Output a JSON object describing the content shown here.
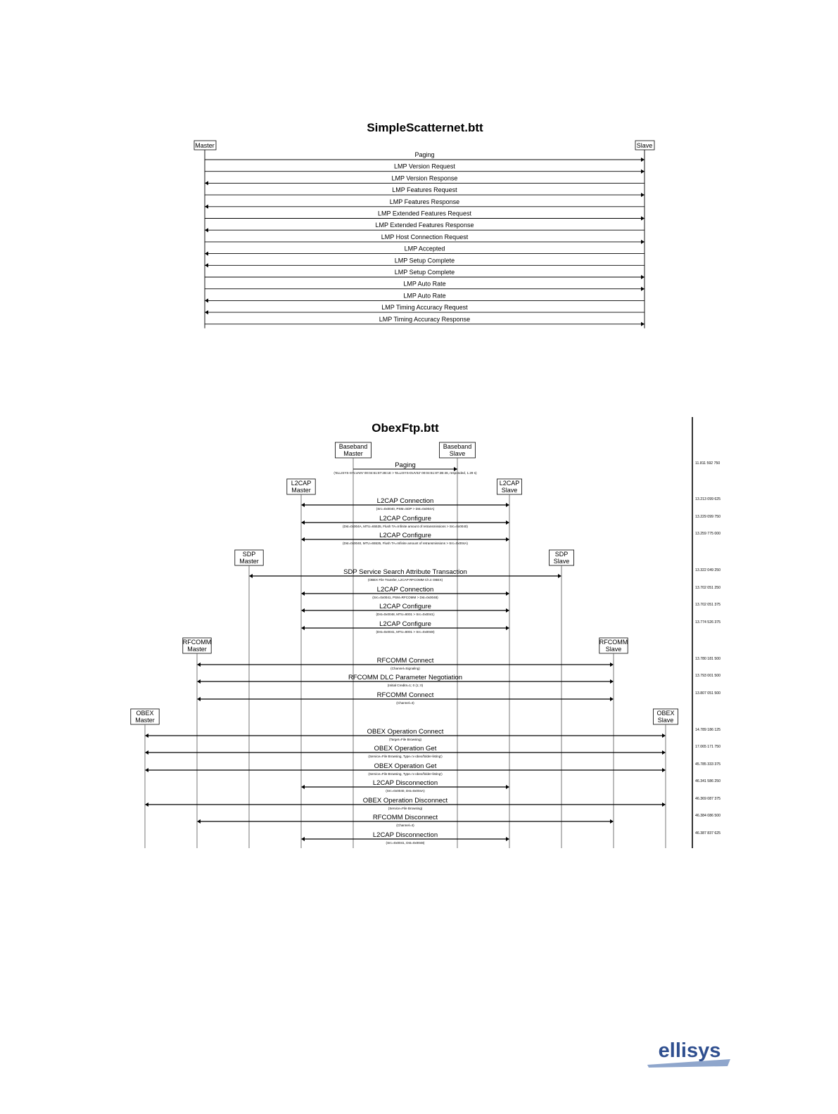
{
  "diagram1": {
    "title": "SimpleScatternet.btt",
    "participants": [
      "Master",
      "Slave"
    ],
    "messages": [
      {
        "label": "Paging",
        "dir": "right"
      },
      {
        "label": "LMP Version Request",
        "dir": "right"
      },
      {
        "label": "LMP Version Response",
        "dir": "left"
      },
      {
        "label": "LMP Features Request",
        "dir": "right"
      },
      {
        "label": "LMP Features Response",
        "dir": "left"
      },
      {
        "label": "LMP Extended Features Request",
        "dir": "right"
      },
      {
        "label": "LMP Extended Features Response",
        "dir": "left"
      },
      {
        "label": "LMP Host Connection Request",
        "dir": "right"
      },
      {
        "label": "LMP Accepted",
        "dir": "left"
      },
      {
        "label": "LMP Setup Complete",
        "dir": "left"
      },
      {
        "label": "LMP Setup Complete",
        "dir": "right"
      },
      {
        "label": "LMP Auto Rate",
        "dir": "right"
      },
      {
        "label": "LMP Auto Rate",
        "dir": "left"
      },
      {
        "label": "LMP Timing Accuracy Request",
        "dir": "left"
      },
      {
        "label": "LMP Timing Accuracy Response",
        "dir": "right"
      }
    ]
  },
  "diagram2": {
    "title": "ObexFtp.btt",
    "participants": [
      {
        "lines": [
          "OBEX",
          "Master"
        ]
      },
      {
        "lines": [
          "RFCOMM",
          "Master"
        ]
      },
      {
        "lines": [
          "SDP",
          "Master"
        ]
      },
      {
        "lines": [
          "L2CAP",
          "Master"
        ]
      },
      {
        "lines": [
          "Baseband",
          "Master"
        ]
      },
      {
        "lines": [
          "Baseband",
          "Slave"
        ]
      },
      {
        "lines": [
          "L2CAP",
          "Slave"
        ]
      },
      {
        "lines": [
          "SDP",
          "Slave"
        ]
      },
      {
        "lines": [
          "RFCOMM",
          "Slave"
        ]
      },
      {
        "lines": [
          "OBEX",
          "Slave"
        ]
      }
    ],
    "messages": [
      {
        "label": "Paging",
        "detail": "('ELLISYS-SYLVAIN' 00:04:61:87:2B:1E > 'ELLISYS-DUV32' 00:04:61:87:2B:46, responded, 1.29 s)",
        "from": 4,
        "to": 5,
        "timestamp": "11.811 592 750"
      },
      {
        "label": "L2CAP Connection",
        "detail": "(Src=0x0040, PSM=SDP > Dst=0x004A)",
        "from": 3,
        "to": 6,
        "timestamp": "13.213 099 625"
      },
      {
        "label": "L2CAP Configure",
        "detail": "(Dst=0x004A, MTU=65535, Flush TA=Infinite amount of retransmissions > Src=0x0040)",
        "from": 3,
        "to": 6,
        "timestamp": "13.229 099 750"
      },
      {
        "label": "L2CAP Configure",
        "detail": "(Dst=0x0040, MTU=65535, Flush TA=Infinite amount of retransmissions > Src=0x004A)",
        "from": 3,
        "to": 6,
        "timestamp": "13.259 775 000"
      },
      {
        "label": "SDP Service Search Attribute Transaction",
        "detail": "(OBEX File Transfer, L2CAP RFCOMM Ch.4 OBEX)",
        "from": 2,
        "to": 7,
        "timestamp": "13.322 049 250"
      },
      {
        "label": "L2CAP Connection",
        "detail": "(Src=0x0041, PSM=RFCOMM > Dst=0x0048)",
        "from": 3,
        "to": 6,
        "timestamp": "13.702 051 250"
      },
      {
        "label": "L2CAP Configure",
        "detail": "(Dst=0x0048, MTU=8001 > Src=0x0041)",
        "from": 3,
        "to": 6,
        "timestamp": "13.702 051 375"
      },
      {
        "label": "L2CAP Configure",
        "detail": "(Dst=0x0041, MTU=8001 > Src=0x0048)",
        "from": 3,
        "to": 6,
        "timestamp": "13.774 526 375"
      },
      {
        "label": "RFCOMM Connect",
        "detail": "(Channel=Signaling)",
        "from": 1,
        "to": 8,
        "timestamp": "13.780 181 500"
      },
      {
        "label": "RFCOMM DLC Parameter Negotiation",
        "detail": "(Initial Credits=1; 0 (1; 0)",
        "from": 1,
        "to": 8,
        "timestamp": "13.793 001 500"
      },
      {
        "label": "RFCOMM Connect",
        "detail": "(Channel=4)",
        "from": 1,
        "to": 8,
        "timestamp": "13.807 051 500"
      },
      {
        "label": "OBEX Operation Connect",
        "detail": "(Target=File Browsing)",
        "from": 0,
        "to": 9,
        "timestamp": "14.789 186 125"
      },
      {
        "label": "OBEX Operation Get",
        "detail": "(Service=File Browsing, Type='x-obex/folder-listing')",
        "from": 0,
        "to": 9,
        "timestamp": "17.065 171 750"
      },
      {
        "label": "OBEX Operation Get",
        "detail": "(Service=File Browsing, Type='x-obex/folder-listing')",
        "from": 0,
        "to": 9,
        "timestamp": "45.785 333 375"
      },
      {
        "label": "L2CAP Disconnection",
        "detail": "(Src=0x0040, Dst=0x004A)",
        "from": 3,
        "to": 6,
        "timestamp": "46.341 586 250"
      },
      {
        "label": "OBEX Operation Disconnect",
        "detail": "(Service=File Browsing)",
        "from": 0,
        "to": 9,
        "timestamp": "46.369 087 375"
      },
      {
        "label": "RFCOMM Disconnect",
        "detail": "(Channel=4)",
        "from": 1,
        "to": 8,
        "timestamp": "46.384 086 500"
      },
      {
        "label": "L2CAP Disconnection",
        "detail": "(Src=0x0041, Dst=0x0048)",
        "from": 3,
        "to": 6,
        "timestamp": "46.387 837 625"
      }
    ]
  },
  "logo": {
    "text": "ellisys",
    "color": "#2f4f8f",
    "swoosh_color": "#8fa6cc"
  }
}
